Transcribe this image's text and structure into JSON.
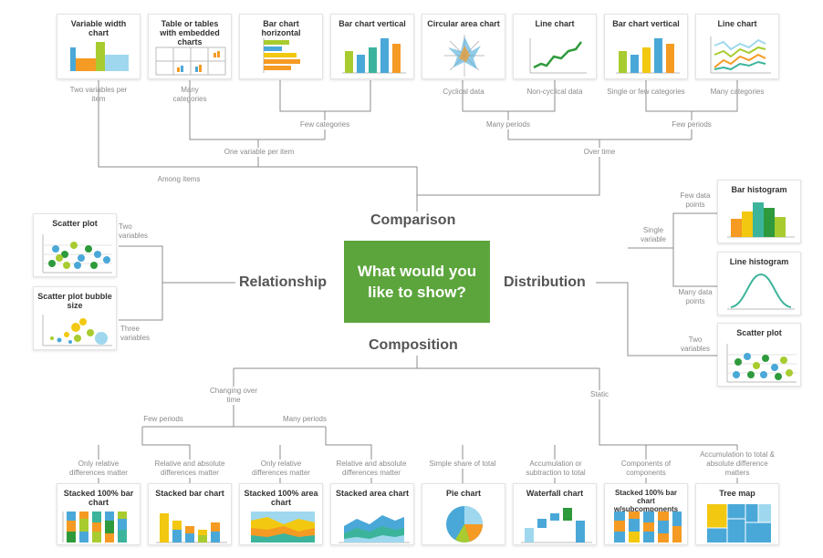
{
  "center": {
    "line1": "What would you",
    "line2": "like to show?"
  },
  "categories": {
    "comparison": "Comparison",
    "relationship": "Relationship",
    "distribution": "Distribution",
    "composition": "Composition"
  },
  "cards": {
    "variable_width": "Variable width chart",
    "table_embedded": "Table or tables with embedded charts",
    "bar_horizontal": "Bar chart horizontal",
    "bar_vertical_1": "Bar chart vertical",
    "circular_area": "Circular area chart",
    "line_chart_1": "Line chart",
    "bar_vertical_2": "Bar chart vertical",
    "line_chart_2": "Line chart",
    "scatter_plot_1": "Scatter plot",
    "scatter_bubble": "Scatter plot bubble size",
    "bar_histogram": "Bar histogram",
    "line_histogram": "Line histogram",
    "scatter_plot_2": "Scatter plot",
    "stacked_100_bar": "Stacked 100% bar chart",
    "stacked_bar": "Stacked bar chart",
    "stacked_100_area": "Stacked 100% area chart",
    "stacked_area": "Stacked area chart",
    "pie_chart": "Pie chart",
    "waterfall": "Waterfall chart",
    "stacked_100_sub": "Stacked 100% bar chart w/subcomponents",
    "tree_map": "Tree map"
  },
  "labels": {
    "two_vars_per_item": "Two variables per item",
    "many_categories_1": "Many categories",
    "cyclical": "Cyclical data",
    "non_cyclical": "Non-cyclical data",
    "single_or_few": "Single or few categories",
    "many_categories_2": "Many categories",
    "few_categories": "Few categories",
    "many_periods": "Many periods",
    "few_periods_top": "Few periods",
    "one_var_per_item": "One variable per item",
    "over_time": "Over time",
    "among_items": "Among items",
    "two_variables_rel": "Two variables",
    "three_variables": "Three variables",
    "few_data_points": "Few data points",
    "single_variable": "Single variable",
    "many_data_points": "Many data points",
    "two_variables_dist": "Two variables",
    "changing_over_time": "Changing over time",
    "static": "Static",
    "few_periods_bottom": "Few periods",
    "many_periods_bottom": "Many periods",
    "only_relative_1": "Only relative differences matter",
    "relative_absolute_1": "Relative and absolute differences matter",
    "only_relative_2": "Only relative differences matter",
    "relative_absolute_2": "Relative and absolute differences matter",
    "simple_share": "Simple share of total",
    "accumulation": "Accumulation or subtraction to total",
    "components": "Components of components",
    "accumulation_total": "Accumulation to total & absolute difference matters"
  },
  "colors": {
    "green": "#5ca53c",
    "blue": "#4aa8d8",
    "orange": "#f59a23",
    "yellow": "#f2c811",
    "lime": "#a8cc2f",
    "teal": "#3cb49c",
    "line": "#8c8c8c"
  }
}
